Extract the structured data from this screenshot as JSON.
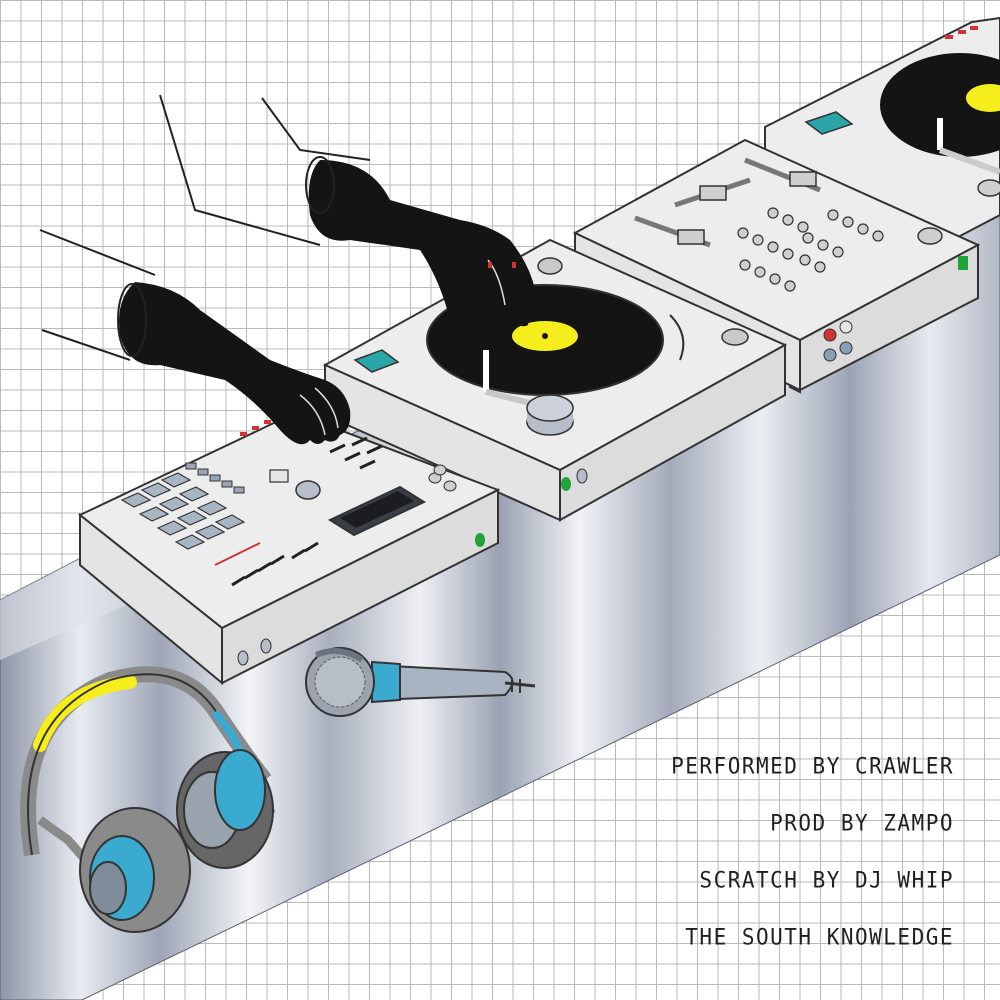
{
  "credits": {
    "performed_by": "PERFORMED BY CRAWLER",
    "produced_by": "PROD BY ZAMPO",
    "scratch_by": "SCRATCH BY DJ WHIP",
    "title": "THE SOUTH KNOWLEDGE"
  },
  "colors": {
    "grid_line": "#b9b9b9",
    "deck_body": "#ededed",
    "outline": "#3a3a3a",
    "vinyl": "#141414",
    "label_yellow": "#f6ee1c",
    "accent_teal": "#2aa6a8",
    "accent_blue": "#3aaad0",
    "headphone_grey": "#8a8a8a",
    "glove_black": "#141414",
    "led_green": "#1fa33a",
    "led_red": "#d23232"
  },
  "icons": [
    "turntable-icon",
    "mixer-icon",
    "sampler-icon",
    "headphones-icon",
    "microphone-icon",
    "hand-icon"
  ]
}
